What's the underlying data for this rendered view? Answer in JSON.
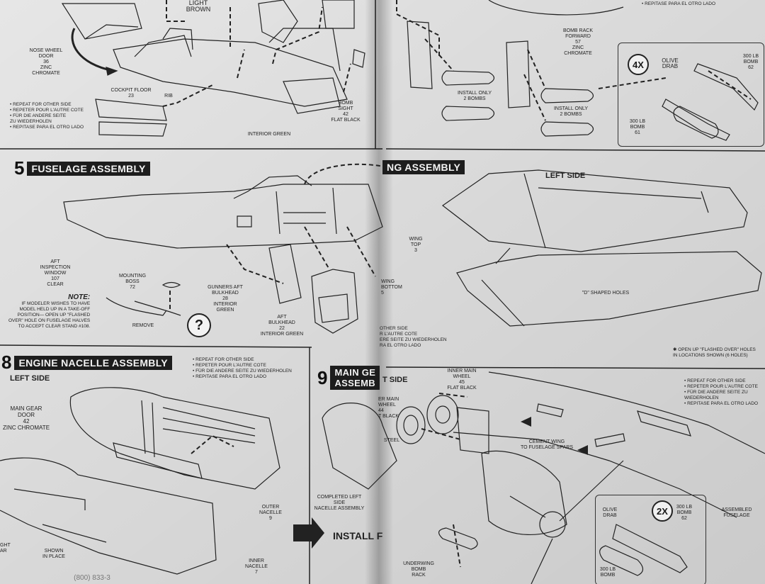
{
  "steps": {
    "s5": {
      "num": "5",
      "title": "FUSELAGE ASSEMBLY"
    },
    "s6": {
      "title": "NG ASSEMBLY"
    },
    "s8": {
      "num": "8",
      "title": "ENGINE NACELLE ASSEMBLY"
    },
    "s9": {
      "num": "9",
      "title": "MAIN GE\nASSEMB"
    }
  },
  "side_labels": {
    "left_side_wing": "LEFT SIDE",
    "left_side_nacelle": "LEFT SIDE",
    "left_side_gear": "T SIDE"
  },
  "badges": {
    "four_x": "4X",
    "two_x": "2X",
    "question": "?"
  },
  "labels": {
    "light_brown": "LIGHT\nBROWN",
    "nose_wheel_door": "NOSE WHEEL\nDOOR\n36\nZINC\nCHROMATE",
    "cockpit_floor": "COCKPIT FLOOR\n23",
    "rib": "RIB",
    "interior_green_top": "INTERIOR GREEN",
    "bomb_sight": "BOMB\nSIGHT\n42\nFLAT BLACK",
    "bomb_rack_forward": "BOMB RACK\nFORWARD\n57\nZINC\nCHROMATE",
    "install_only_1": "INSTALL ONLY\n2 BOMBS",
    "install_only_2": "INSTALL ONLY\n2 BOMBS",
    "olive_drab_top": "OLIVE\nDRAB",
    "bomb_300_62_top": "300 LB\nBOMB\n62",
    "bomb_300_61_top": "300 LB\nBOMB\n61",
    "aft_window": "AFT\nINSPECTION\nWINDOW\n107\nCLEAR",
    "mounting_boss": "MOUNTING\nBOSS\n72",
    "remove": "REMOVE",
    "gunners_bulkhead": "GUNNERS AFT\nBULKHEAD\n28\nINTERIOR\nGREEN",
    "aft_bulkhead": "AFT\nBULKHEAD\n22\nINTERIOR GREEN",
    "wing_top": "WING\nTOP\n3",
    "wing_bottom": "WING\nBOTTOM\n5",
    "d_holes": "\"D\" SHAPED HOLES",
    "open_flashed": "✱ OPEN UP \"FLASHED OVER\" HOLES\nIN LOCATIONS SHOWN (6 HOLES)",
    "main_gear_door": "MAIN GEAR\nDOOR\n42\nZINC CHROMATE",
    "outer_nacelle": "OUTER\nNACELLE\n9",
    "inner_nacelle": "INNER\nNACELLE\n7",
    "shown_in_place": "SHOWN\nIN PLACE",
    "ght_ar": "GHT\nAR",
    "inner_main_wheel": "INNER MAIN\nWHEEL\n45\nFLAT BLACK",
    "er_main_wheel": "ER MAIN\nWHEEL\n44\nT BLACK",
    "steel": "STEEL",
    "cement_wing": "CEMENT WING\nTO FUSELAGE SPARS",
    "completed_nacelle": "COMPLETED LEFT SIDE\nNACELLE ASSEMBLY",
    "install_f": "INSTALL F",
    "underwing_rack": "UNDERWING\nBOMB\nRACK",
    "olive_drab_bottom": "OLIVE\nDRAB",
    "bomb_300_62_bottom": "300 LB\nBOMB\n62",
    "bomb_300_bottom": "300 LB\nBOMB",
    "assembled_fuselage": "ASSEMBLED\nFUSELAGE",
    "phone_fragment": "(800) 833-3"
  },
  "notes": {
    "repeat_top_left": [
      "• REPEAT FOR OTHER SIDE",
      "• REPETER POUR L'AUTRE COTE",
      "• FÜR DIE ANDERE SEITE",
      "  ZU WIEDERHOLEN",
      "• REPITASE PARA EL OTRO LADO"
    ],
    "repitase_top_right": [
      "• REPITASE PARA EL OTRO LADO"
    ],
    "note_clear_stand": {
      "heading": "NOTE:",
      "lines": [
        "IF MODELER WISHES TO HAVE",
        "MODEL HELD UP IN A TAKE-OFF",
        "POSITION— OPEN UP \"FLASHED",
        "OVER\" HOLE ON FUSELAGE HALVES",
        "TO ACCEPT CLEAR STAND #108."
      ]
    },
    "repeat_wing": [
      "OTHER SIDE",
      "R L'AUTRE COTE",
      "ERE SEITE ZU WIEDERHOLEN",
      "RA EL OTRO LADO"
    ],
    "repeat_nacelle": [
      "• REPEAT FOR OTHER SIDE",
      "• REPETER POUR L'AUTRE COTE",
      "• FÜR DIE ANDERE SEITE ZU WIEDERHOLEN",
      "• REPITASE PARA EL OTRO LADO"
    ],
    "repeat_gear": [
      "• REPEAT FOR OTHER SIDE",
      "• REPETER POUR L'AUTRE COTE",
      "• FÜR DIE ANDERE SEITE ZU",
      "  WIEDERHOLEN",
      "• REPITASE PARA EL OTRO LADO"
    ]
  }
}
